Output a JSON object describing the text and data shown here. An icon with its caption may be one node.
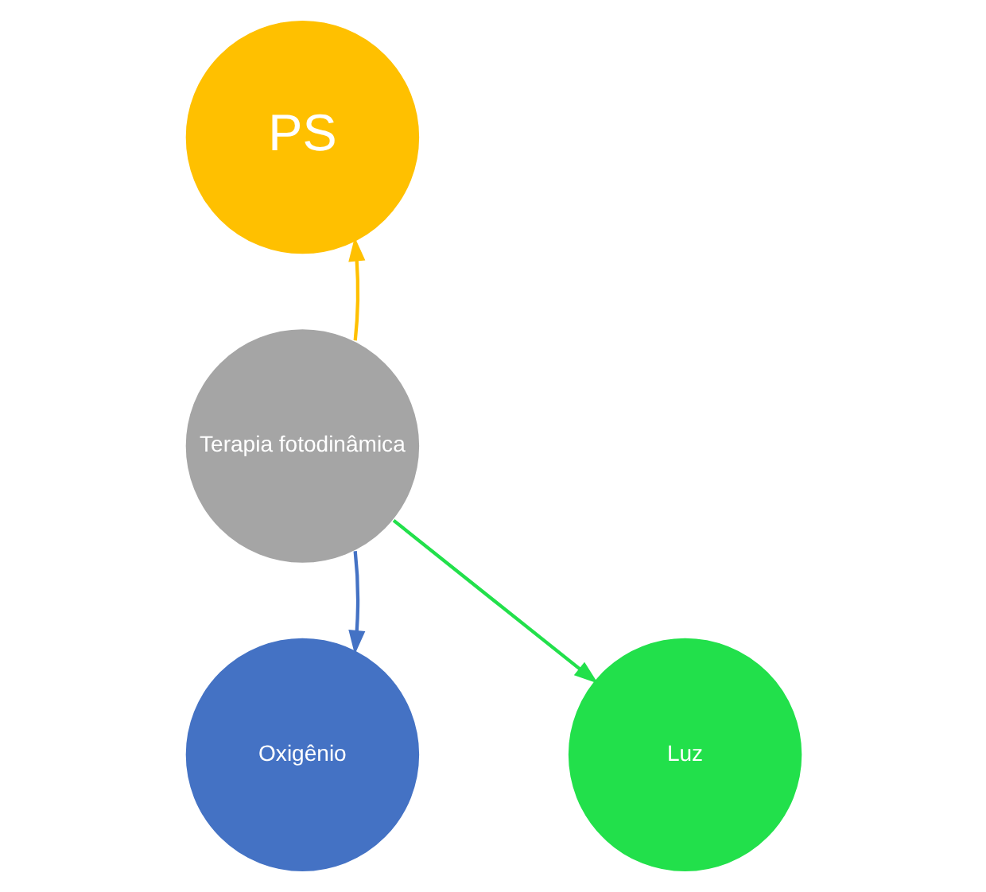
{
  "diagram": {
    "nodes": [
      {
        "text": [
          "PS"
        ]
      },
      {
        "text": [
          "Terapia fotodinâmica"
        ]
      },
      {
        "text": [
          "Oxigênio"
        ]
      },
      {
        "text": [
          "Luz"
        ]
      }
    ],
    "edges": [
      {
        "from": 1,
        "to": 0,
        "arrow": "to",
        "color": "#ffc000"
      },
      {
        "from": 1,
        "to": 2,
        "arrow": "to",
        "color": "#4472c4"
      },
      {
        "from": 1,
        "to": 3,
        "arrow": "to",
        "color": "#22e04b"
      }
    ]
  }
}
